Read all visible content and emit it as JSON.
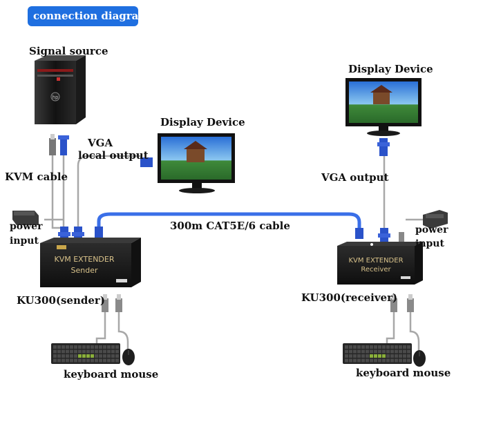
{
  "header": {
    "badge": "connection diagram"
  },
  "labels": {
    "signal_source": "Signal source",
    "kvm_cable": "KVM cable",
    "vga": "VGA",
    "local_output": "local output",
    "display_device_center": "Display Device",
    "display_device_right": "Display Device",
    "vga_output": "VGA output",
    "power_left_1": "power",
    "power_left_2": "input",
    "power_right_1": "power",
    "power_right_2": "input",
    "cable": "300m CAT5E/6 cable",
    "sender_unit": "KU300(sender)",
    "receiver_unit": "KU300(receiver)",
    "keyboard_mouse_left": "keyboard mouse",
    "keyboard_mouse_right": "keyboard mouse"
  },
  "devices": {
    "sender_line1": "KVM EXTENDER",
    "sender_line2": "Sender",
    "receiver_line1": "KVM EXTENDER",
    "receiver_line2": "Receiver"
  },
  "colors": {
    "badge": "#1f6fe0",
    "cat_cable": "#3a6fe8",
    "vga_connector": "#2a52c9",
    "device_body": "#1c1c1c",
    "device_text": "#d8c28a",
    "grey_cable": "#a8a8a8"
  }
}
